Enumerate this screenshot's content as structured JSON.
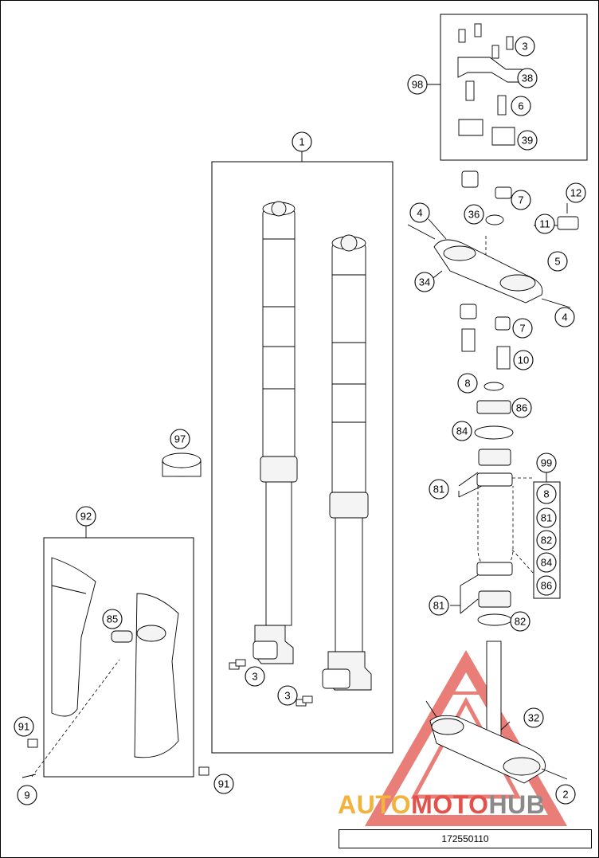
{
  "document_number": "172550110",
  "watermark": {
    "part1": "AUTO",
    "part2": "MOTO",
    "part3": "HUB"
  },
  "colors": {
    "watermark_red": "#e2524a",
    "watermark_yellow": "#f2b33d",
    "watermark_gray": "#8a8a8a"
  },
  "callouts": [
    "1",
    "2",
    "3",
    "3",
    "3",
    "4",
    "4",
    "5",
    "6",
    "7",
    "7",
    "8",
    "8",
    "9",
    "10",
    "11",
    "12",
    "32",
    "34",
    "36",
    "38",
    "39",
    "81",
    "81",
    "81",
    "82",
    "82",
    "84",
    "84",
    "85",
    "86",
    "86",
    "91",
    "91",
    "92",
    "97",
    "98",
    "99"
  ]
}
